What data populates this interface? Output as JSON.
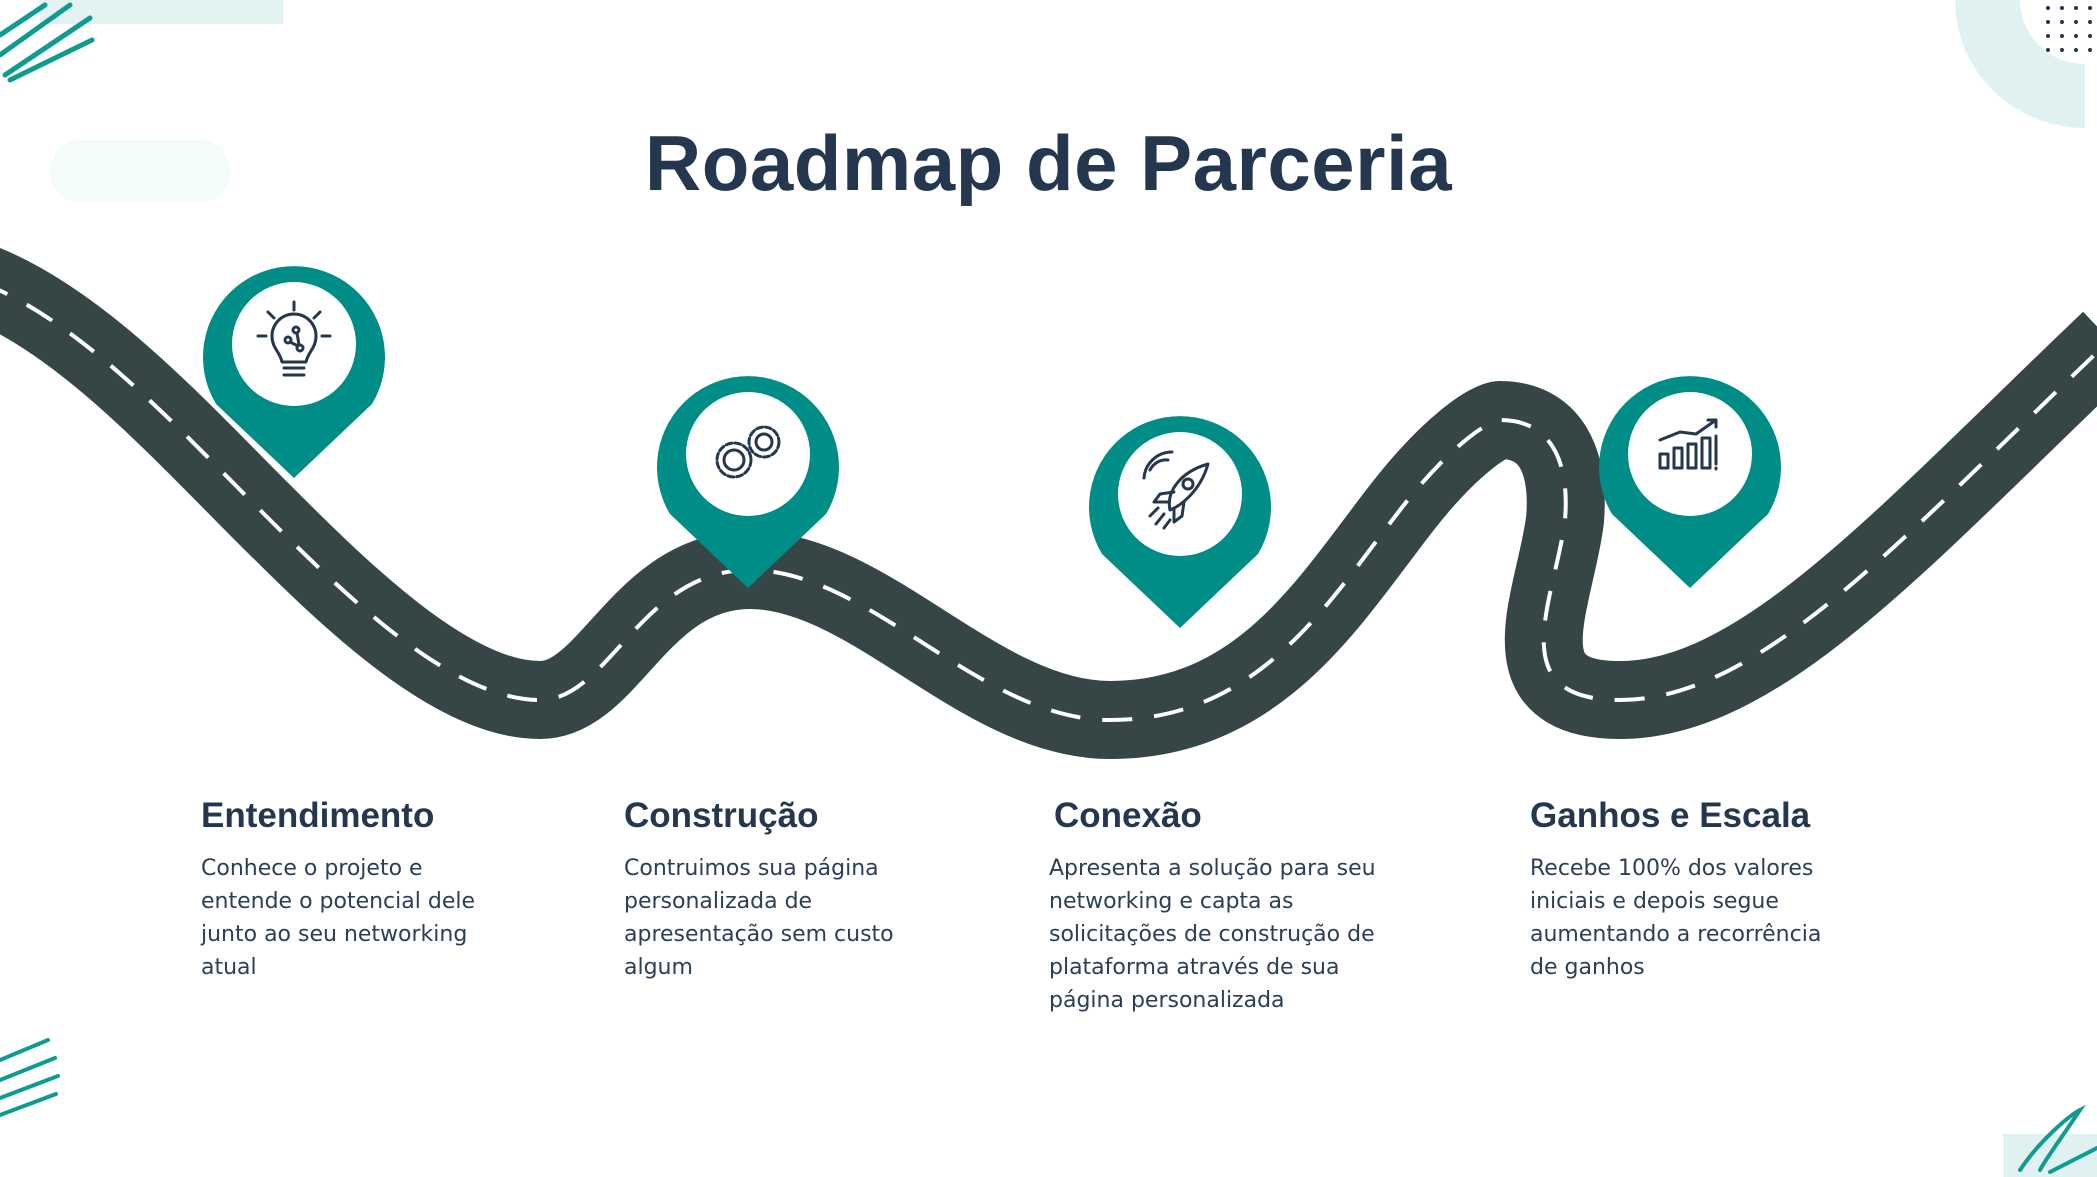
{
  "title": "Roadmap de Parceria",
  "colors": {
    "road": "#364646",
    "road_marking": "#ffffff",
    "pin": "#008c87",
    "pin_inner": "#ffffff",
    "icon_stroke": "#25364f",
    "title": "#25364f",
    "decor_light": "#dff2f1",
    "decor_stroke": "#0f9a92"
  },
  "steps": [
    {
      "icon": "lightbulb-icon",
      "title": "Entendimento",
      "description": "Conhece o projeto e\nentende o potencial dele\njunto ao seu networking\natual"
    },
    {
      "icon": "gears-icon",
      "title": "Construção",
      "description": "Contruimos sua página\npersonalizada de\napresentação sem custo\nalgum"
    },
    {
      "icon": "rocket-icon",
      "title": "Conexão",
      "description": "Apresenta a solução para seu\nnetworking e capta as\nsolicitações de construção de\nplataforma através de sua\npágina personalizada"
    },
    {
      "icon": "growth-chart-icon",
      "title": "Ganhos e Escala",
      "description": "Recebe 100% dos valores\niniciais e depois segue\naumentando a recorrência\nde ganhos"
    }
  ]
}
